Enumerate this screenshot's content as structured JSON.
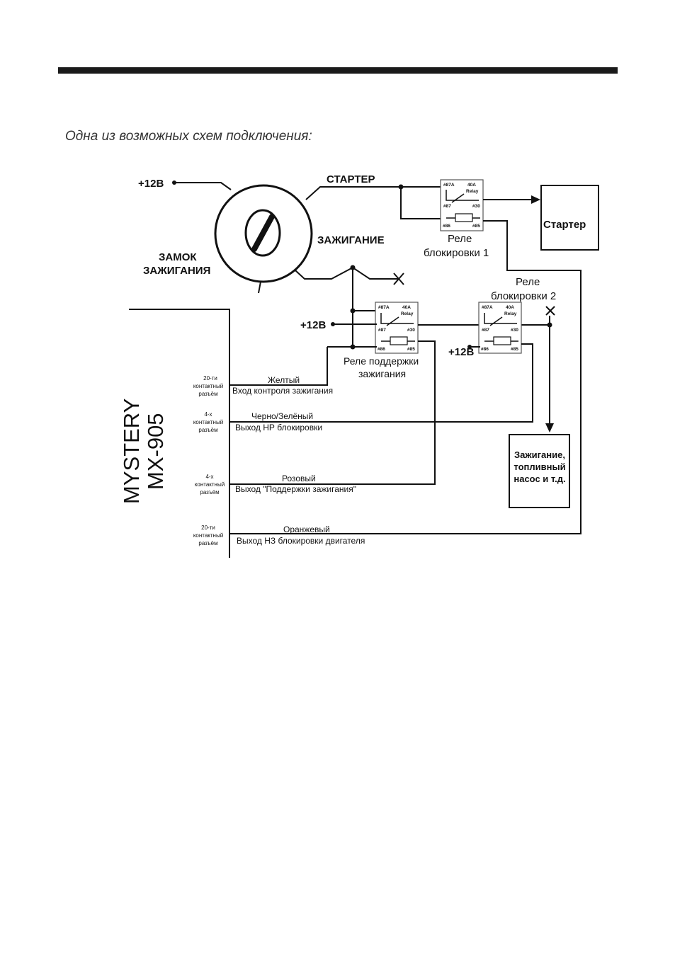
{
  "caption": "Одна из возможных схем подключения:",
  "labels": {
    "plus12_top": "+12В",
    "plus12_mid": "+12В",
    "plus12_low": "+12В",
    "starter_wire": "СТАРТЕР",
    "ignition_wire": "ЗАЖИГАНИЕ",
    "lock_line1": "ЗАМОК",
    "lock_line2": "ЗАЖИГАНИЯ",
    "starter_box": "Стартер",
    "load_box_l1": "Зажигание,",
    "load_box_l2": "топливный",
    "load_box_l3": "насос и т.д.",
    "device_line1": "MYSTERY",
    "device_line2": "MX-905"
  },
  "relays": [
    {
      "name_l1": "Реле",
      "name_l2": "блокировки 1",
      "p87a": "#87A",
      "amp": "40A",
      "relay": "Relay",
      "p87": "#87",
      "p30": "#30",
      "p86": "#86",
      "p85": "#85"
    },
    {
      "name_l1": "Реле поддержки",
      "name_l2": "зажигания",
      "p87a": "#87A",
      "amp": "40A",
      "relay": "Relay",
      "p87": "#87",
      "p30": "#30",
      "p86": "#86",
      "p85": "#85"
    },
    {
      "name_l1": "Реле",
      "name_l2": "блокировки 2",
      "p87a": "#87A",
      "amp": "40A",
      "relay": "Relay",
      "p87": "#87",
      "p30": "#30",
      "p86": "#86",
      "p85": "#85"
    }
  ],
  "connectors": [
    {
      "c1": "20-ти",
      "c2": "контактный",
      "c3": "разъём",
      "color": "Желтый",
      "func": "Вход контроля зажигания"
    },
    {
      "c1": "4-х",
      "c2": "контактный",
      "c3": "разъём",
      "color": "Черно/Зелёный",
      "func": "Выход НР блокировки"
    },
    {
      "c1": "4-х",
      "c2": "контактный",
      "c3": "разъём",
      "color": "Розовый",
      "func": "Выход \"Поддержки зажигания\""
    },
    {
      "c1": "20-ти",
      "c2": "контактный",
      "c3": "разъём",
      "color": "Оранжевый",
      "func": "Выход НЗ блокировки двигателя"
    }
  ]
}
